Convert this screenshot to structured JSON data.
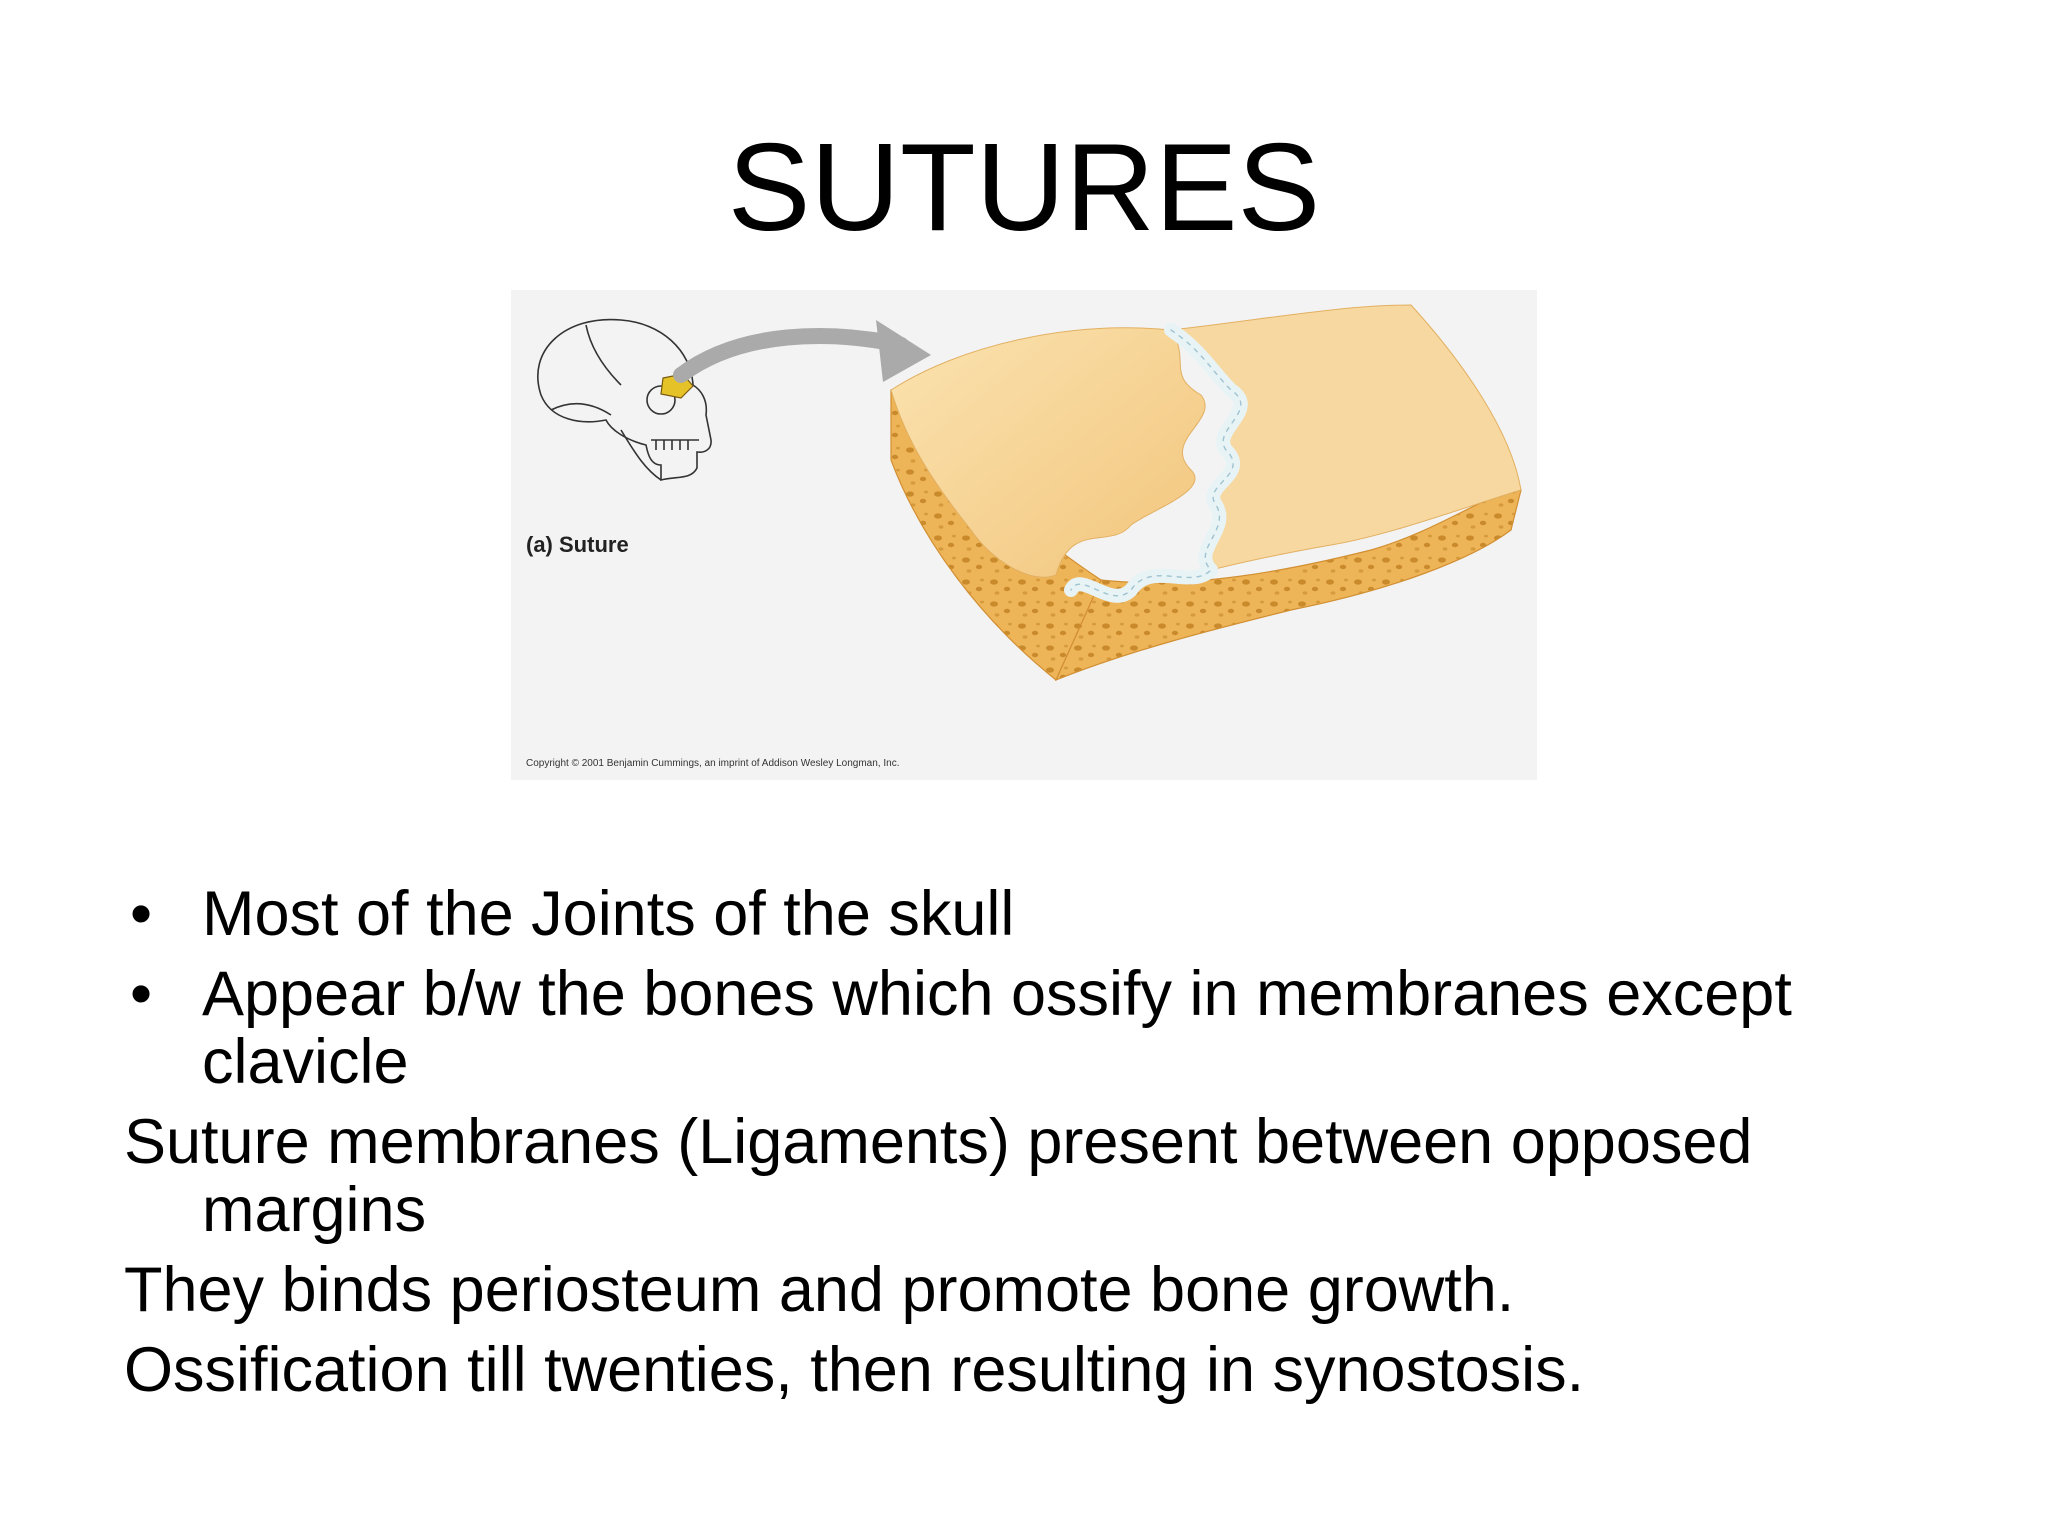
{
  "slide": {
    "title": "SUTURES",
    "figure": {
      "label": "(a) Suture",
      "copyright": "Copyright © 2001 Benjamin Cummings, an imprint of Addison Wesley Longman, Inc."
    },
    "bullet_symbol": "•",
    "items": [
      {
        "text": "Most of the Joints of the skull"
      },
      {
        "text": "Appear b/w the bones which ossify in membranes except clavicle"
      },
      {
        "text": "Suture membranes (Ligaments) present between opposed margins"
      },
      {
        "text": "They binds periosteum and promote bone growth."
      },
      {
        "text": "Ossification till twenties, then resulting in synostosis."
      }
    ]
  },
  "colors": {
    "bone_top": "#f6d79a",
    "bone_edge": "#e9a94a",
    "suture_membrane": "#e8f3f6",
    "arrow": "#aaaaaa",
    "highlight": "#e6c229"
  }
}
